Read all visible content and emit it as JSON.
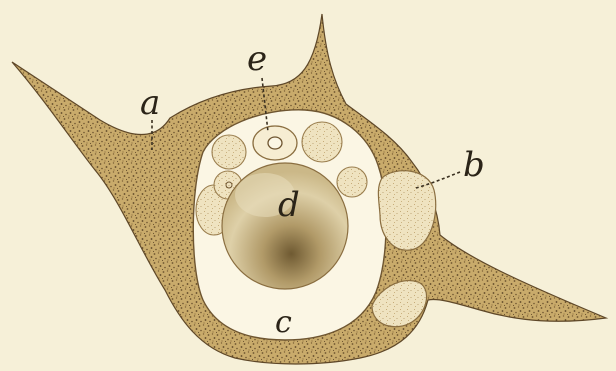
{
  "figure": {
    "labels": {
      "a": "a",
      "b": "b",
      "c": "c",
      "d": "d",
      "e": "e"
    }
  },
  "colors": {
    "paper": "#f6f0d8",
    "cytoplasm": "#c9ab6b",
    "cytoplasm_speckle": "#6e5530",
    "vacuole": "#fbf6e4",
    "nucleus": "#d8c69a",
    "nucleus_core": "#7a6438",
    "granular_body": "#efe3c0",
    "ink": "#2b2418"
  }
}
